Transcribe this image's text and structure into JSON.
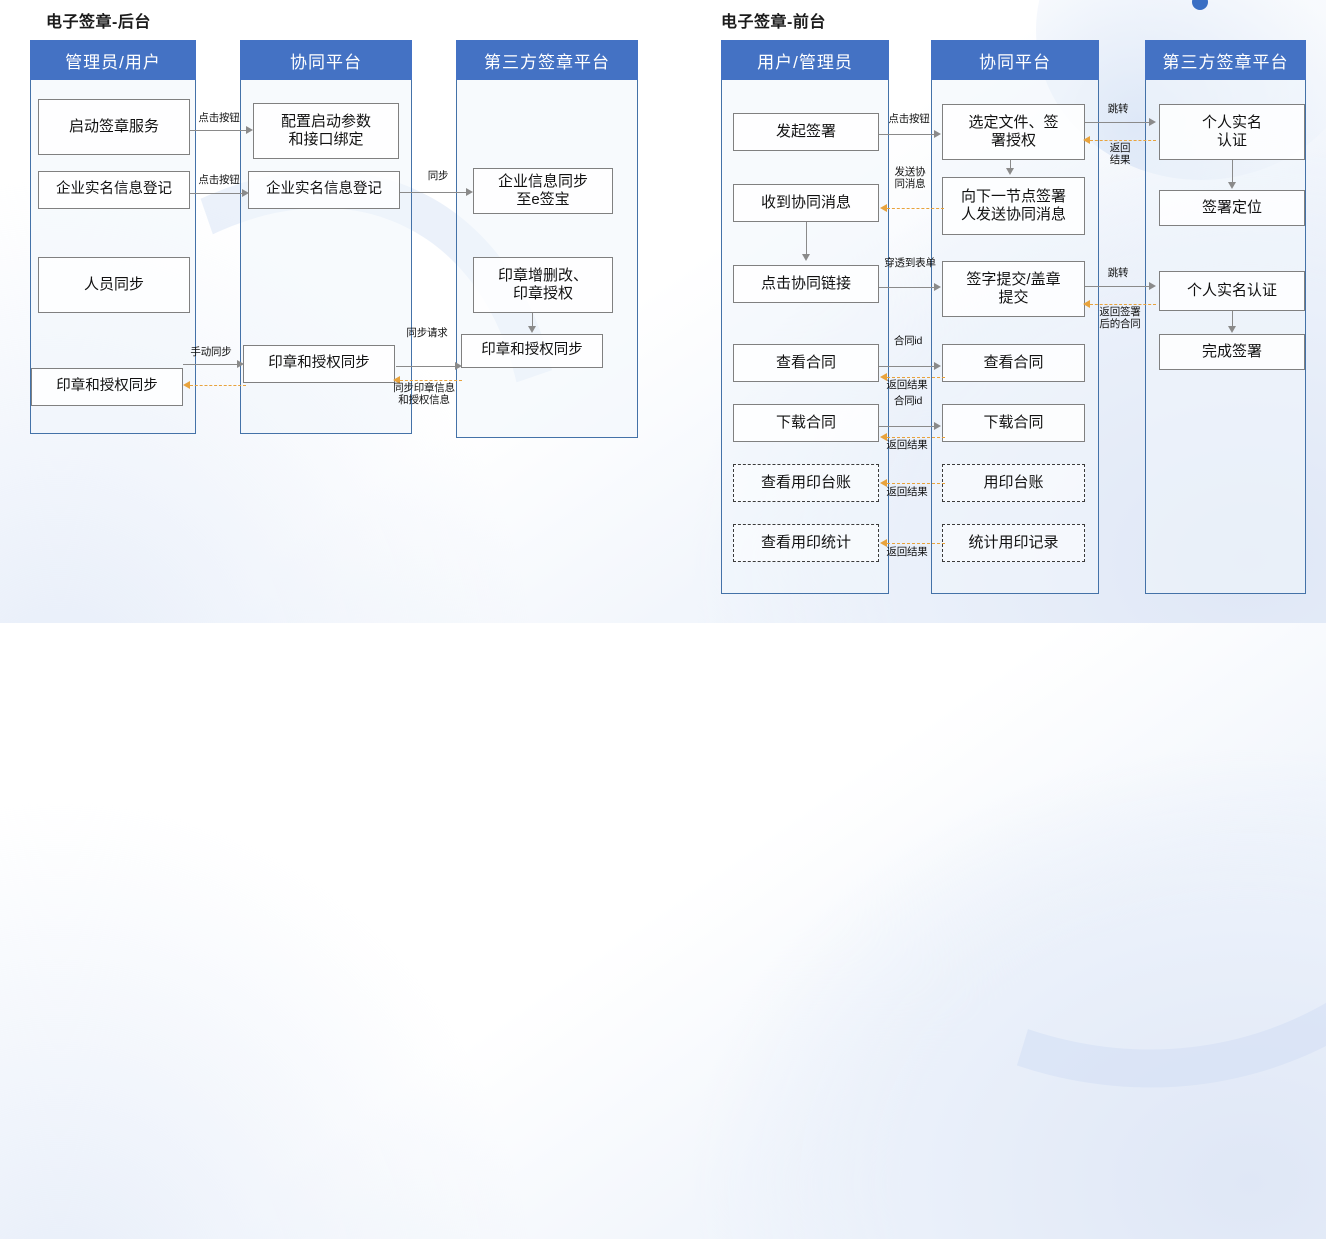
{
  "decor": {
    "accent": "#4472c4",
    "node_border": "#808080",
    "dashed_accent": "#e8a33d"
  },
  "diagrams": [
    {
      "title": "电子签章-后台",
      "lanes": [
        {
          "header": "管理员/用户"
        },
        {
          "header": "协同平台"
        },
        {
          "header": "第三方签章平台"
        }
      ],
      "nodes": [
        {
          "label": "启动签章服务"
        },
        {
          "label": "企业实名信息登记"
        },
        {
          "label": "人员同步"
        },
        {
          "label": "印章和授权同步"
        },
        {
          "label": "配置启动参数\n和接口绑定"
        },
        {
          "label": "企业实名信息登记"
        },
        {
          "label": "印章和授权同步"
        },
        {
          "label": "企业信息同步\n至e签宝"
        },
        {
          "label": "印章增删改、\n印章授权"
        },
        {
          "label": "印章和授权同步"
        }
      ],
      "edges": [
        {
          "label": "点击按钮"
        },
        {
          "label": "点击按钮"
        },
        {
          "label": "同步"
        },
        {
          "label": "手动同步"
        },
        {
          "label": "同步请求"
        },
        {
          "label": "同步印章信息\n和授权信息"
        }
      ]
    },
    {
      "title": "电子签章-前台",
      "lanes": [
        {
          "header": "用户/管理员"
        },
        {
          "header": "协同平台"
        },
        {
          "header": "第三方签章平台"
        }
      ],
      "nodes": [
        {
          "label": "发起签署"
        },
        {
          "label": "收到协同消息"
        },
        {
          "label": "点击协同链接"
        },
        {
          "label": "查看合同"
        },
        {
          "label": "下载合同"
        },
        {
          "label": "查看用印台账"
        },
        {
          "label": "查看用印统计"
        },
        {
          "label": "选定文件、签\n署授权"
        },
        {
          "label": "向下一节点签署\n人发送协同消息"
        },
        {
          "label": "签字提交/盖章\n提交"
        },
        {
          "label": "查看合同"
        },
        {
          "label": "下载合同"
        },
        {
          "label": "用印台账"
        },
        {
          "label": "统计用印记录"
        },
        {
          "label": "个人实名\n认证"
        },
        {
          "label": "签署定位"
        },
        {
          "label": "个人实名认证"
        },
        {
          "label": "完成签署"
        }
      ],
      "edges": [
        {
          "label": "点击按钮"
        },
        {
          "label": "发送协\n同消息"
        },
        {
          "label": "穿透到表单"
        },
        {
          "label": "合同id"
        },
        {
          "label": "返回结果"
        },
        {
          "label": "合同id"
        },
        {
          "label": "返回结果"
        },
        {
          "label": "返回结果"
        },
        {
          "label": "返回结果"
        },
        {
          "label": "跳转"
        },
        {
          "label": "返回\n结果"
        },
        {
          "label": "跳转"
        },
        {
          "label": "返回签署\n后的合同"
        }
      ]
    }
  ]
}
